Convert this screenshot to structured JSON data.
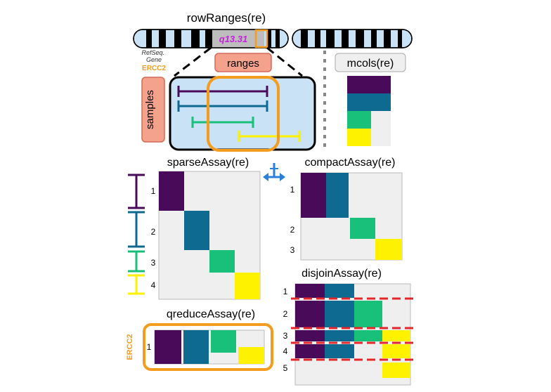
{
  "colors": {
    "purple": "#4a0a5a",
    "blue": "#0f6a92",
    "green": "#18c07a",
    "yellow": "#fff200",
    "orange": "#f39c1e",
    "salmon": "#f4a28c",
    "salmon_border": "#d36a5a",
    "lightblue": "#c9e2f5",
    "cell": "#efefef",
    "red_dash": "#e5262b",
    "magenta": "#c51fe0",
    "arrow_blue": "#2b7fd8"
  },
  "chromosome": {
    "band_label": "q13.31",
    "gene_track_label": "RefSeq. Gene",
    "gene_name": "ERCC2"
  },
  "titles": {
    "row_ranges": "rowRanges(re)",
    "mcols": "mcols(re)",
    "sparse": "sparseAssay(re)",
    "compact": "compactAssay(re)",
    "disjoin": "disjoinAssay(re)",
    "qreduce": "qreduceAssay(re)"
  },
  "labels": {
    "ranges": "ranges",
    "samples": "samples",
    "qreduce_side": "ERCC2"
  },
  "row_numbers": {
    "sparse": [
      "1",
      "2",
      "3",
      "4"
    ],
    "compact": [
      "1",
      "2",
      "3"
    ],
    "disjoin": [
      "1",
      "2",
      "3",
      "4",
      "5"
    ],
    "qreduce": [
      "1"
    ]
  },
  "icons": {
    "arrows": "transform-arrows-icon"
  }
}
